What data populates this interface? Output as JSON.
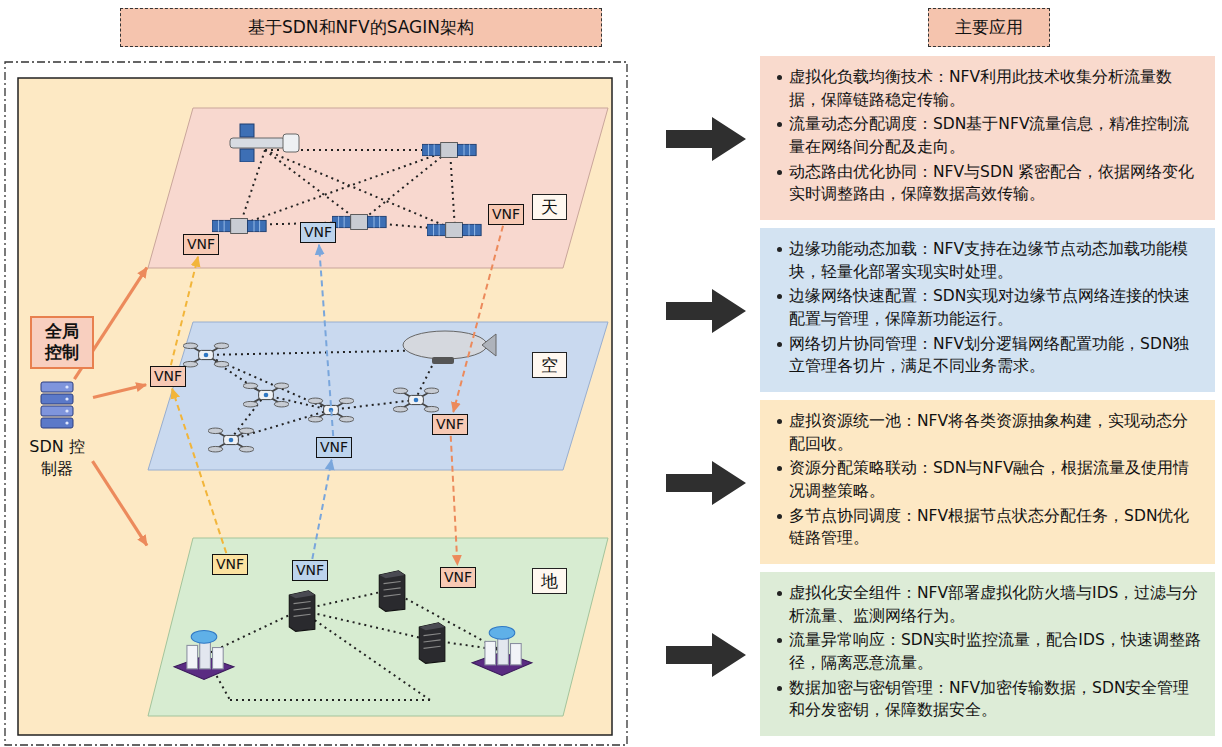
{
  "diagram": {
    "nodes": [
      {
        "text": [
          "基于SDN和NFV的SAGIN架构"
        ]
      },
      {
        "text": [
          "主要应用"
        ]
      },
      {
        "text": [
          "天"
        ]
      },
      {
        "text": [
          "空"
        ]
      },
      {
        "text": [
          "地"
        ]
      },
      {
        "text": [
          "全局控制"
        ]
      },
      {
        "text": [
          "SDN 控制器"
        ]
      },
      {
        "text": [
          "VNF"
        ],
        "in": 2
      },
      {
        "text": [
          "VNF"
        ],
        "in": 2
      },
      {
        "text": [
          "VNF"
        ],
        "in": 2
      },
      {
        "text": [
          "VNF"
        ],
        "in": 3
      },
      {
        "text": [
          "VNF"
        ],
        "in": 3
      },
      {
        "text": [
          "VNF"
        ],
        "in": 3
      },
      {
        "text": [
          "VNF"
        ],
        "in": 4
      },
      {
        "text": [
          "VNF"
        ],
        "in": 4
      },
      {
        "text": [
          "VNF"
        ],
        "in": 4
      },
      {
        "text": [
          "虚拟化负载均衡技术：NFV利用此技术收集分析流量数据，保障链路稳定传输。",
          "流量动态分配调度：SDN基于NFV流量信息，精准控制流量在网络间分配及走向。",
          "动态路由优化协同：NFV与SDN 紧密配合，依据网络变化实时调整路由，保障数据高效传输。"
        ]
      },
      {
        "text": [
          "边缘功能动态加载：NFV支持在边缘节点动态加载功能模块，轻量化部署实现实时处理。",
          "边缘网络快速配置：SDN实现对边缘节点网络连接的快速配置与管理，保障新功能运行。",
          "网络切片协同管理：NFV划分逻辑网络配置功能，SDN独立管理各切片，满足不同业务需求。"
        ]
      },
      {
        "text": [
          "虚拟资源统一池：NFV将各类资源抽象构建，实现动态分配回收。",
          "资源分配策略联动：SDN与NFV融合，根据流量及使用情况调整策略。",
          "多节点协同调度：NFV根据节点状态分配任务，SDN优化链路管理。"
        ]
      },
      {
        "text": [
          "虚拟化安全组件：NFV部署虚拟化防火墙与IDS，过滤与分析流量、监测网络行为。",
          "流量异常响应：SDN实时监控流量，配合IDS，快速调整路径，隔离恶意流量。",
          "数据加密与密钥管理：NFV加密传输数据，SDN安全管理和分发密钥，保障数据安全。"
        ]
      }
    ],
    "edges": [
      {
        "from": 6,
        "to": 2,
        "arrow": "to"
      },
      {
        "from": 6,
        "to": 3,
        "arrow": "to"
      },
      {
        "from": 6,
        "to": 4,
        "arrow": "to"
      },
      {
        "from": 13,
        "to": 10,
        "arrow": "to"
      },
      {
        "from": 10,
        "to": 7,
        "arrow": "to"
      },
      {
        "from": 14,
        "to": 11,
        "arrow": "to"
      },
      {
        "from": 11,
        "to": 8,
        "arrow": "to"
      },
      {
        "from": 9,
        "to": 12,
        "arrow": "to"
      },
      {
        "from": 12,
        "to": 15,
        "arrow": "to"
      }
    ]
  }
}
